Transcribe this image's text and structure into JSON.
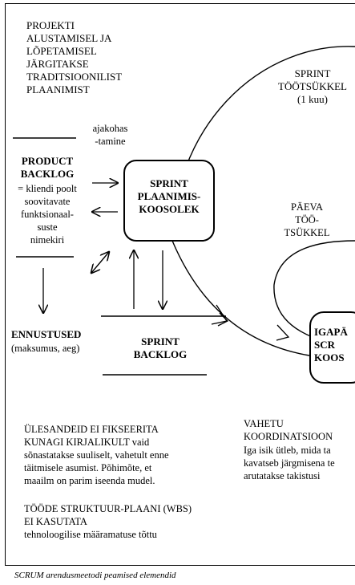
{
  "top_left_note": "PROJEKTI\nALUSTAMISEL JA\nLÕPETAMISEL\nJÄRGITAKSE\nTRADITSIOONILIST\nPLAANIMIST",
  "sprint_cycle": {
    "title": "SPRINT\nTÖÖTSÜKKEL",
    "duration": "(1 kuu)"
  },
  "product_backlog": {
    "side_label": "ajakohas\n-tamine",
    "title": "PRODUCT\nBACKLOG",
    "description": "= kliendi poolt\nsoovitavate\nfunktsionaal-\nsuste\nnimekiri"
  },
  "planning_meeting": "SPRINT\nPLAANIMIS-\nKOOSOLEK",
  "daily_cycle": "PÄEVA\nTÖÖ-\nTSÜKKEL",
  "estimates": {
    "title": "ENNUSTUSED",
    "detail": "(maksumus, aeg)"
  },
  "sprint_backlog": "SPRINT\nBACKLOG",
  "daily_meeting": "IGAPÄ\nSCR\nKOOS",
  "tasks_note": {
    "heading": "ÜLESANDEID EI FIKSEERITA\nKUNAGI KIRJALIKULT",
    "body": " vaid\nsõnastatakse suuliselt, vahetult enne\ntäitmisele asumist. Põhimõte, et\nmaailm on parim iseenda mudel."
  },
  "wbs_note": {
    "heading": "TÖÖDE STRUKTUUR-PLAANI (WBS)\nEI KASUTATA",
    "body": "tehnoloogilise määramatuse tõttu"
  },
  "coordination_note": {
    "heading": "VAHETU\nKOORDINATSIOON",
    "body": "Iga isik ütleb, mida ta\nkavatseb järgmisena te\narutatakse takistusi"
  },
  "caption": "SCRUM arendusmeetodi peamised elemendid"
}
